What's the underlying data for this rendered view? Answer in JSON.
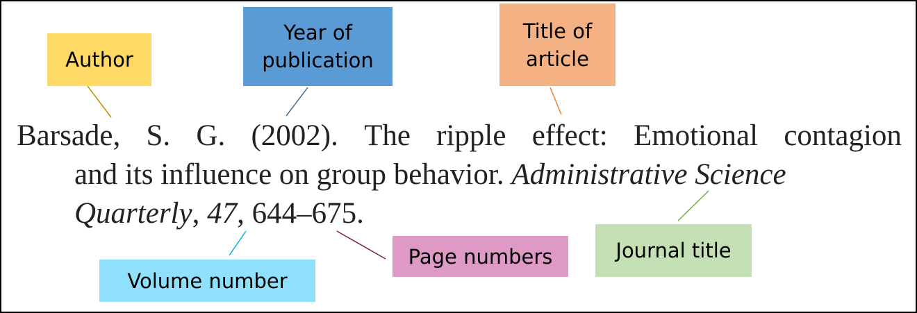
{
  "labels": {
    "author": {
      "text": "Author",
      "color": "#FFD966"
    },
    "year": {
      "line1": "Year of",
      "line2": "publication",
      "color": "#5B9BD5"
    },
    "article_title": {
      "line1": "Title of",
      "line2": "article",
      "color": "#F4B183"
    },
    "journal_title": {
      "text": "Journal title",
      "color": "#C5E0B4"
    },
    "page_numbers": {
      "text": "Page numbers",
      "color": "#DE9AC4"
    },
    "volume_number": {
      "text": "Volume number",
      "color": "#8FE0FA"
    }
  },
  "connector_colors": {
    "author": "#BF9000",
    "year": "#41719C",
    "article_title": "#ED7D31",
    "journal_title": "#70AD47",
    "page_numbers": "#7B1F3E",
    "volume_number": "#00B0F0"
  },
  "reference": {
    "line1_words": [
      "Barsade,",
      "S.",
      "G.",
      "(2002).",
      "The",
      "ripple",
      "effect:",
      "Emotional",
      "contagion"
    ],
    "line2_plain": "and its influence on group behavior. ",
    "line2_italic": "Administrative Science",
    "line3_journal": "Quarterly",
    "line3_sep1": ", ",
    "line3_volume": "47",
    "line3_rest": ", 644–675."
  }
}
